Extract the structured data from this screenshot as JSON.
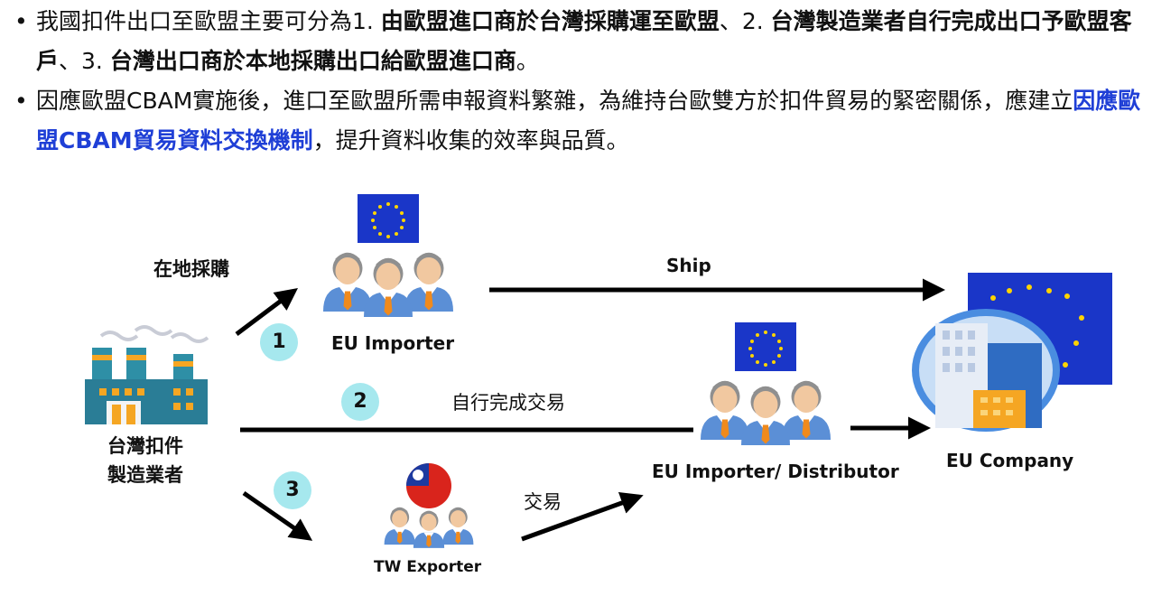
{
  "bullets": [
    {
      "intro": "我國扣件出口至歐盟主要可分為1. ",
      "opt1": "由歐盟進口商於台灣採購運至歐盟",
      "sep1": "、2. ",
      "opt2": "台灣製造業者自行完成出口予歐盟客戶",
      "sep2": "、3. ",
      "opt3": "台灣出口商於本地採購出口給歐盟進口商",
      "end": "。"
    },
    {
      "intro": "因應歐盟CBAM實施後，進口至歐盟所需申報資料繁雜，為維持台歐雙方於扣件貿易的緊密關係，應建立",
      "highlight": "因應歐盟CBAM貿易資料交換機制",
      "end": "，提升資料收集的效率與品質。"
    }
  ],
  "diagram": {
    "local_purchase": "在地採購",
    "ship": "Ship",
    "self_trade": "自行完成交易",
    "trade": "交易",
    "eu_importer": "EU Importer",
    "eu_importer_distributor": "EU Importer/ Distributor",
    "eu_company": "EU Company",
    "tw_exporter": "TW Exporter",
    "factory_line1": "台灣扣件",
    "factory_line2": "製造業者",
    "step1": "1",
    "step2": "2",
    "step3": "3"
  },
  "colors": {
    "highlight": "#1f3fd6",
    "step_circle": "#a6e8ee",
    "eu_flag": "#1a36c8",
    "arrow": "#000000"
  },
  "icons": [
    "eu-flag-icon",
    "people-group-icon",
    "factory-icon",
    "eu-company-building-icon",
    "taiwan-flag-icon"
  ]
}
